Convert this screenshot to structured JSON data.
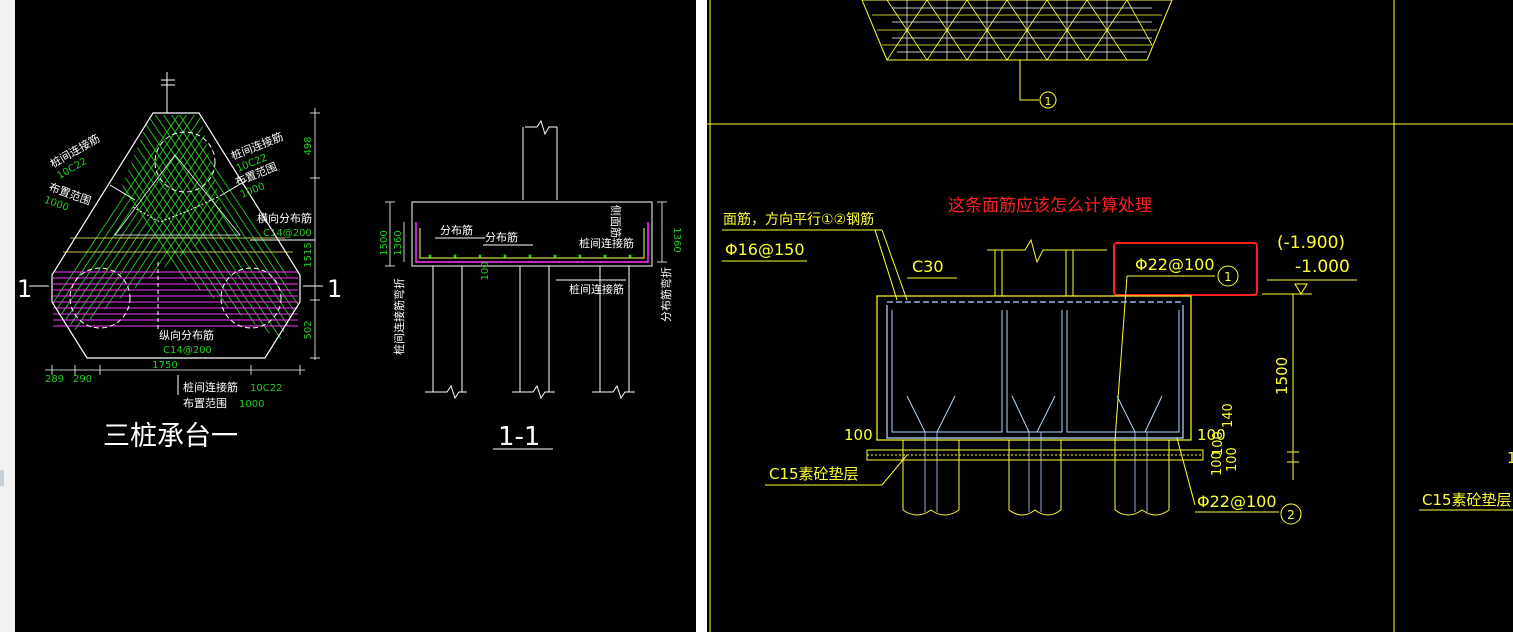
{
  "colors": {
    "background": "#000000",
    "line": "#ffffff",
    "rebar_green": "#22cc22",
    "magenta": "#ff33ff",
    "dim_green": "#3ad43a",
    "yellow": "#ffff33",
    "cyan_rebar": "#b8d8ff",
    "question_red": "#ff2020",
    "highlight_box": "#ff2020"
  },
  "left": {
    "plan": {
      "title": "三桩承台一",
      "section_mark_left": "1",
      "section_mark_right": "1",
      "label_a1": "桩间连接筋",
      "label_a2": "10C22",
      "label_a3": "布置范围",
      "label_a4": "1000",
      "label_b1": "桩间连接筋",
      "label_b2": "10C22",
      "label_b3": "布置范围",
      "label_b4": "1000",
      "label_c1": "横向分布筋",
      "label_c2": "C14@200",
      "label_d1": "纵向分布筋",
      "label_d2": "C14@200",
      "label_e1": "桩间连接筋",
      "label_e2": "10C22",
      "label_e3": "布置范围",
      "label_e4": "1000",
      "dim_top": "498",
      "dim_mid": "1515",
      "dim_bot": "502",
      "dim_1": "289",
      "dim_2": "290",
      "dim_3": "1750"
    },
    "section": {
      "title": "1-1",
      "label_fbj1": "分布筋",
      "label_fbj2": "分布筋",
      "label_cmj": "侧面筋",
      "label_zjljj": "桩间连接筋",
      "label_zjljj2": "桩间连接筋",
      "label_zjljj_wz": "桩间连接筋弯折",
      "label_fbj_wz": "分布筋弯折",
      "dim_1500": "1500",
      "dim_1360": "1360",
      "dim_1360r": "1360",
      "dim_100": "100"
    }
  },
  "right": {
    "question": "这条面筋应该怎么计算处理",
    "label_top_bars": "面筋，方向平行①②钢筋",
    "label_phi16": "Φ16@150",
    "label_c30": "C30",
    "label_phi22_top": "Φ22@100",
    "circle_1_top": "1",
    "circle_1": "1",
    "label_level1": "(-1.900)",
    "label_level2": "-1.000",
    "dim_1500": "1500",
    "dim_100_left": "100",
    "dim_100_right": "100",
    "dim_140": "140",
    "dim_100a": "100",
    "dim_100b": "100",
    "dim_100c": "100",
    "label_c15": "C15素砼垫层",
    "label_c15_right": "C15素砼垫层",
    "label_phi22_bot": "Φ22@100",
    "circle_2": "2",
    "dim_partial_right": "1"
  }
}
